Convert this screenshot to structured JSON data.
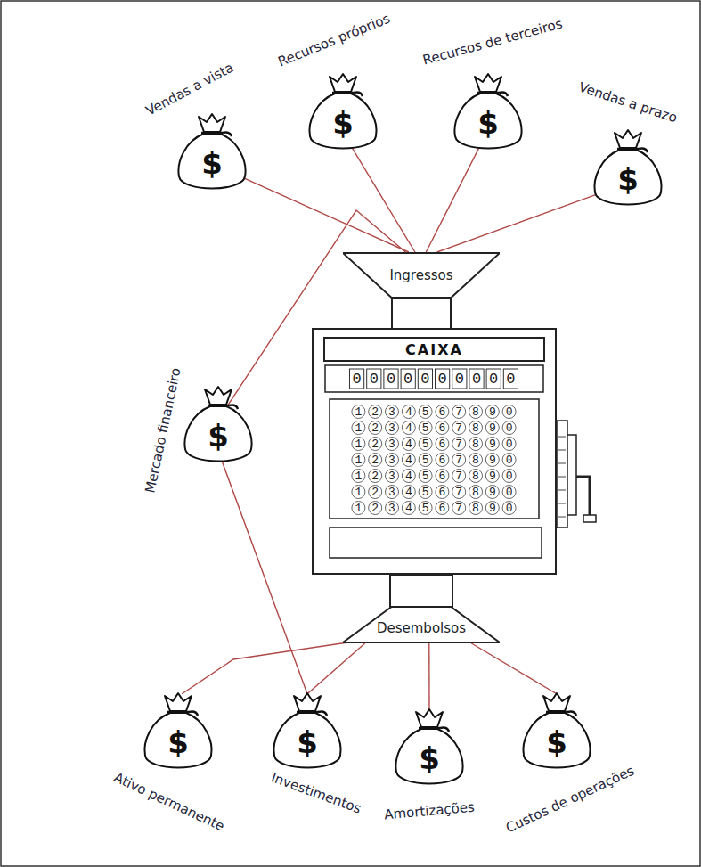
{
  "diagram": {
    "nodes": [
      {
        "text": [
          "Vendas a vista",
          "$"
        ]
      },
      {
        "text": [
          "Recursos próprios",
          "$"
        ]
      },
      {
        "text": [
          "Recursos de terceiros",
          "$"
        ]
      },
      {
        "text": [
          "Vendas a prazo",
          "$"
        ]
      },
      {
        "text": [
          "Ingressos"
        ]
      },
      {
        "text": [
          "CAIXA"
        ]
      },
      {
        "text": [
          "Mercado financeiro",
          "$"
        ]
      },
      {
        "text": [
          "Desembolsos"
        ]
      },
      {
        "text": [
          "Ativo permanente",
          "$"
        ]
      },
      {
        "text": [
          "Investimentos",
          "$"
        ]
      },
      {
        "text": [
          "Amortizações",
          "$"
        ]
      },
      {
        "text": [
          "Custos de operações",
          "$"
        ]
      }
    ],
    "edges": [
      {
        "from": 0,
        "to": 4,
        "arrow": "none"
      },
      {
        "from": 1,
        "to": 4,
        "arrow": "none"
      },
      {
        "from": 2,
        "to": 4,
        "arrow": "none"
      },
      {
        "from": 3,
        "to": 4,
        "arrow": "none"
      },
      {
        "from": 6,
        "to": 4,
        "arrow": "none"
      },
      {
        "from": 6,
        "to": 9,
        "arrow": "none"
      },
      {
        "from": 7,
        "to": 8,
        "arrow": "none"
      },
      {
        "from": 7,
        "to": 9,
        "arrow": "none"
      },
      {
        "from": 7,
        "to": 10,
        "arrow": "none"
      },
      {
        "from": 7,
        "to": 11,
        "arrow": "none"
      }
    ],
    "labels": [
      "0000000000",
      "1234567890",
      "1234567890",
      "1234567890",
      "1234567890",
      "1234567890",
      "1234567890",
      "1234567890"
    ]
  }
}
